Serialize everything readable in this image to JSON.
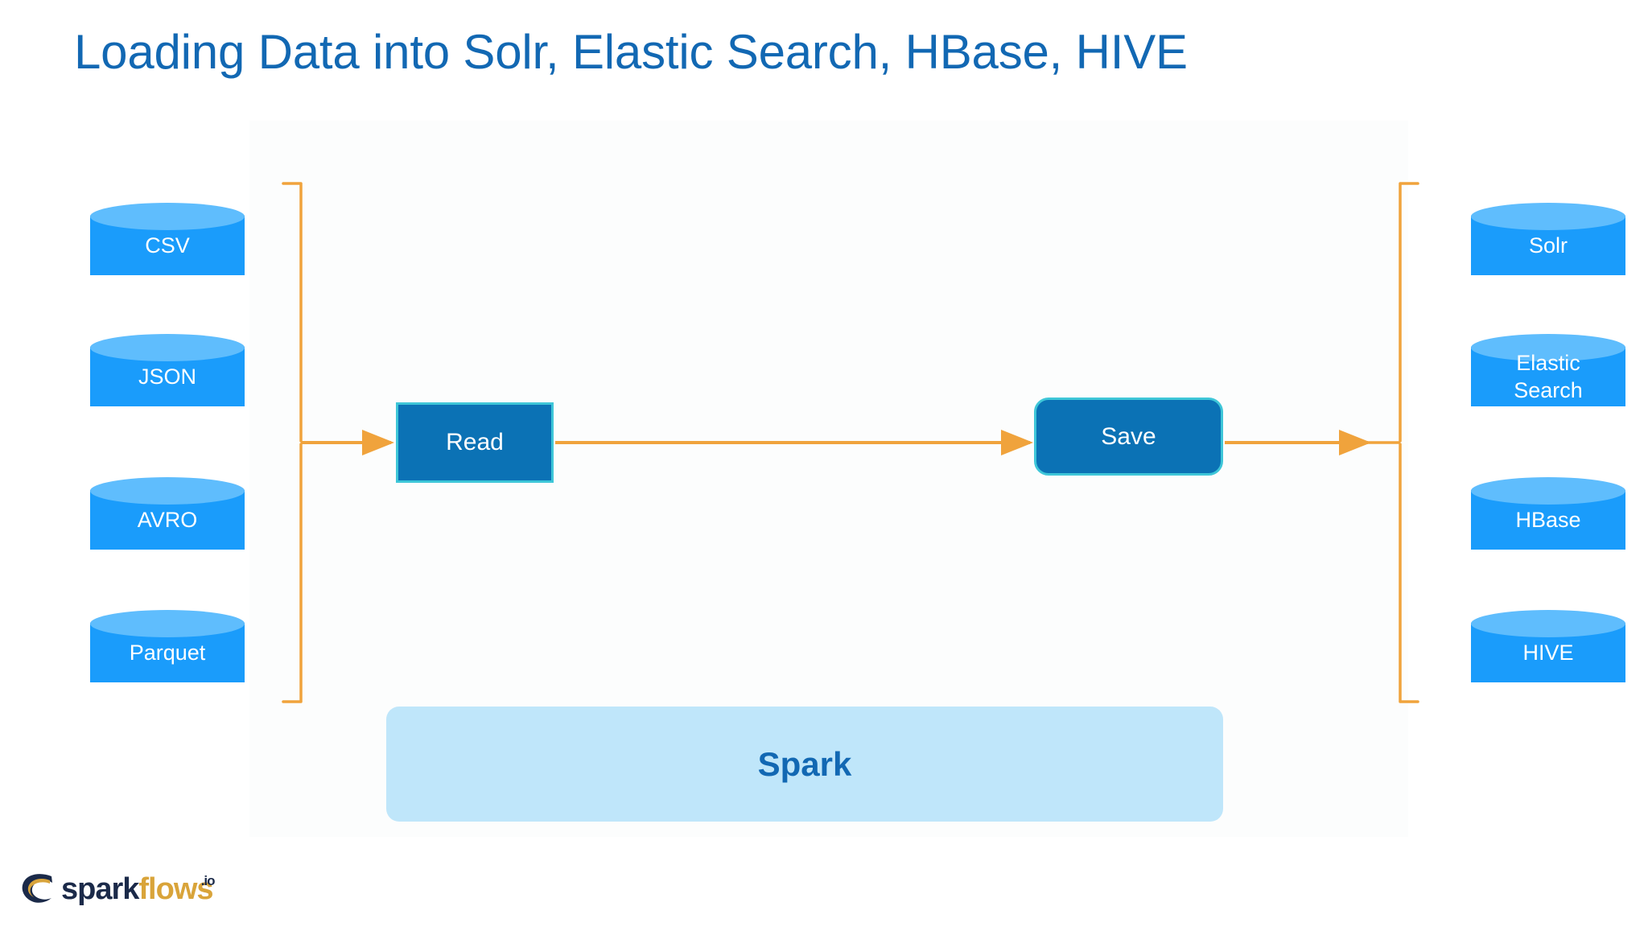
{
  "slide": {
    "title": "Loading Data into Solr, Elastic Search, HBase, HIVE",
    "colors": {
      "title_blue": "#1268B3",
      "cylinder_body": "#1A9CFB",
      "cylinder_top": "#5FBDFD",
      "process_box_fill": "#0B72B5",
      "process_box_border": "#3EC6D8",
      "connector_orange": "#F0A33C",
      "spark_bar_fill": "#BFE6FA",
      "background": "#FFFFFF"
    }
  },
  "sources": {
    "group_label": "input-sources",
    "items": [
      {
        "label": "CSV"
      },
      {
        "label": "JSON"
      },
      {
        "label": "AVRO"
      },
      {
        "label": "Parquet"
      }
    ]
  },
  "process": {
    "read": {
      "label": "Read"
    },
    "save": {
      "label": "Save"
    }
  },
  "targets": {
    "group_label": "output-targets",
    "items": [
      {
        "label": "Solr"
      },
      {
        "label": "Elastic\nSearch",
        "line1": "Elastic",
        "line2": "Search"
      },
      {
        "label": "HBase"
      },
      {
        "label": "HIVE"
      }
    ]
  },
  "engine": {
    "label": "Spark"
  },
  "logo": {
    "spark": "spark",
    "flows": "flows",
    "tld": ".io"
  }
}
